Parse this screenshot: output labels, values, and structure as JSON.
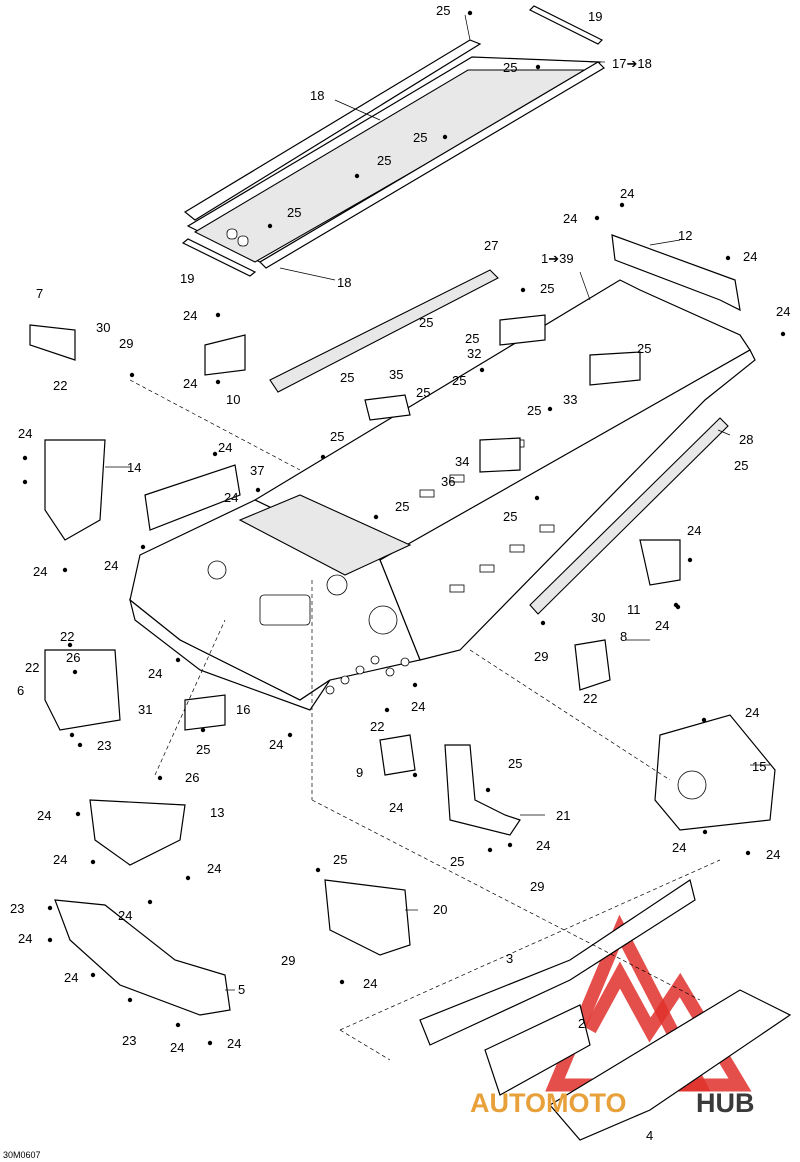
{
  "diagram_code": "30M0607",
  "watermark": {
    "word_a": "AUTOMOTO",
    "word_b": "HUB"
  },
  "labels": {
    "l1": "1➔39",
    "l2": "2",
    "l3": "3",
    "l4": "4",
    "l5": "5",
    "l6": "6",
    "l7": "7",
    "l8": "8",
    "l9": "9",
    "l10": "10",
    "l11": "11",
    "l12": "12",
    "l13": "13",
    "l14": "14",
    "l15": "15",
    "l16": "16",
    "l17": "17➔18",
    "l18": "18",
    "l19": "19",
    "l20": "20",
    "l21": "21",
    "l22": "22",
    "l23": "23",
    "l24": "24",
    "l25": "25",
    "l26": "26",
    "l27": "27",
    "l28": "28",
    "l29": "29",
    "l30": "30",
    "l31": "31",
    "l32": "32",
    "l33": "33",
    "l34": "34",
    "l35": "35",
    "l36": "36",
    "l37": "37"
  }
}
